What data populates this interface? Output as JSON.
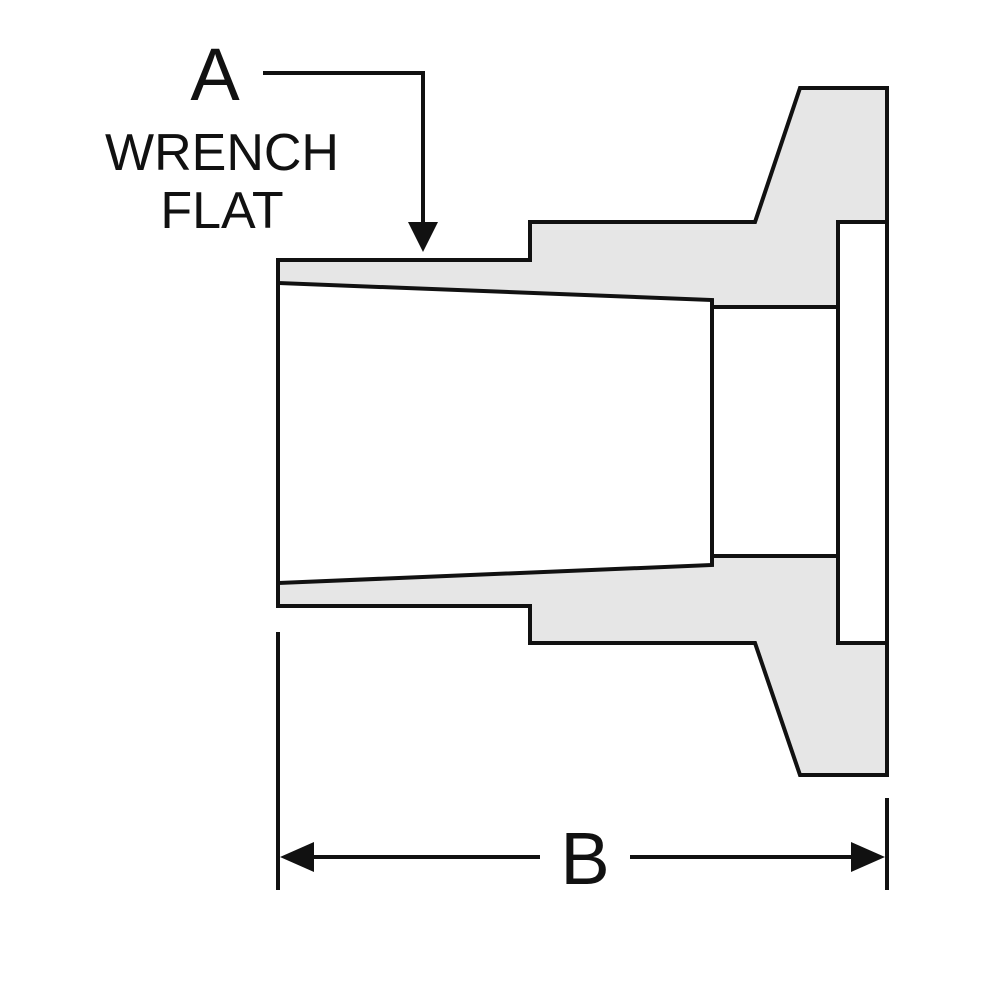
{
  "labels": {
    "dimension_a": "A",
    "wrench_flat_line1": "WRENCH",
    "wrench_flat_line2": "FLAT",
    "dimension_b": "B"
  },
  "colors": {
    "fill": "#e6e6e6",
    "stroke": "#111111",
    "background": "#ffffff"
  }
}
